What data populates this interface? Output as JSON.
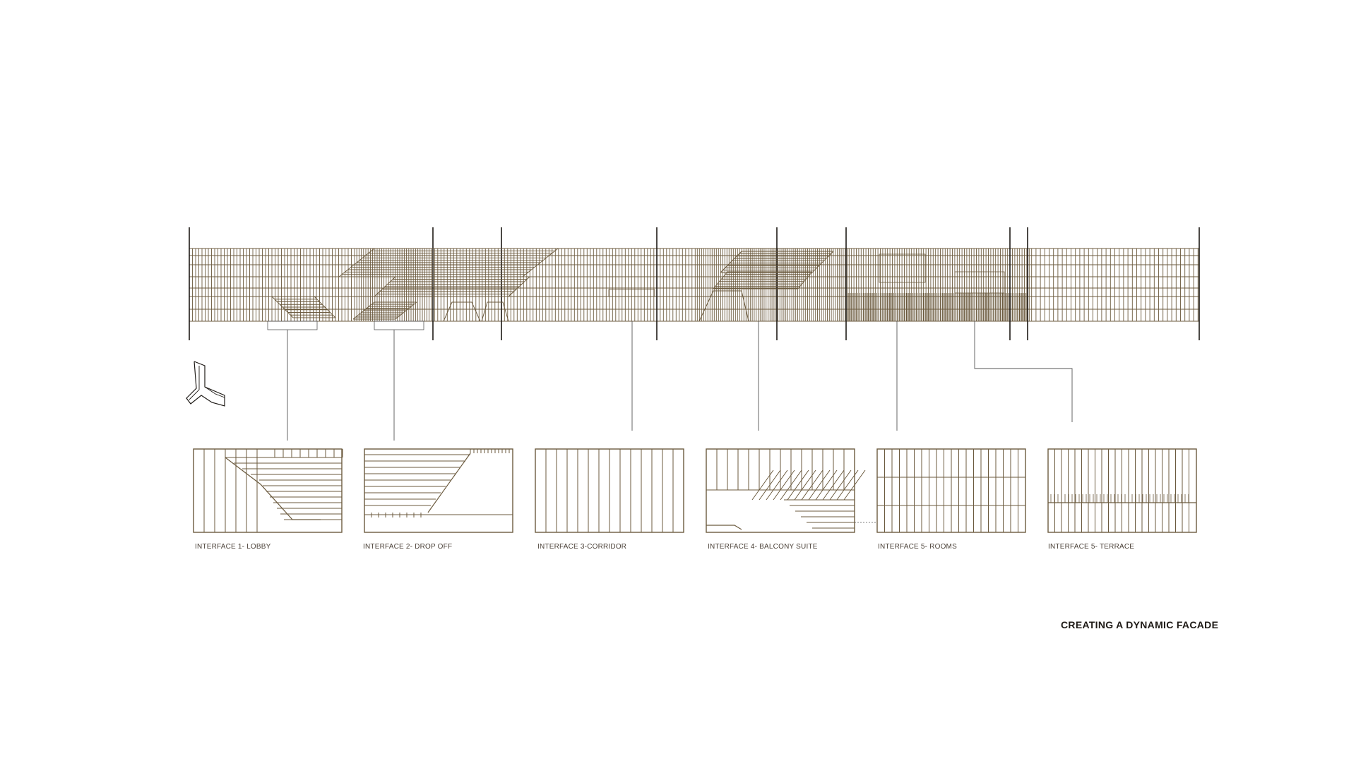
{
  "title": "CREATING A DYNAMIC FACADE",
  "colors": {
    "stroke": "#6b5a3e",
    "stroke_dark": "#1e1a16",
    "leader": "#555555",
    "background": "#ffffff"
  },
  "panels": [
    {
      "label": "INTERFACE 1- LOBBY"
    },
    {
      "label": "INTERFACE 2- DROP OFF"
    },
    {
      "label": "INTERFACE 3-CORRIDOR"
    },
    {
      "label": "INTERFACE 4- BALCONY SUITE"
    },
    {
      "label": "INTERFACE 5- ROOMS"
    },
    {
      "label": "INTERFACE 5- TERRACE"
    }
  ],
  "icons": {
    "plan_key": "y-shaped-building-plan-icon"
  }
}
